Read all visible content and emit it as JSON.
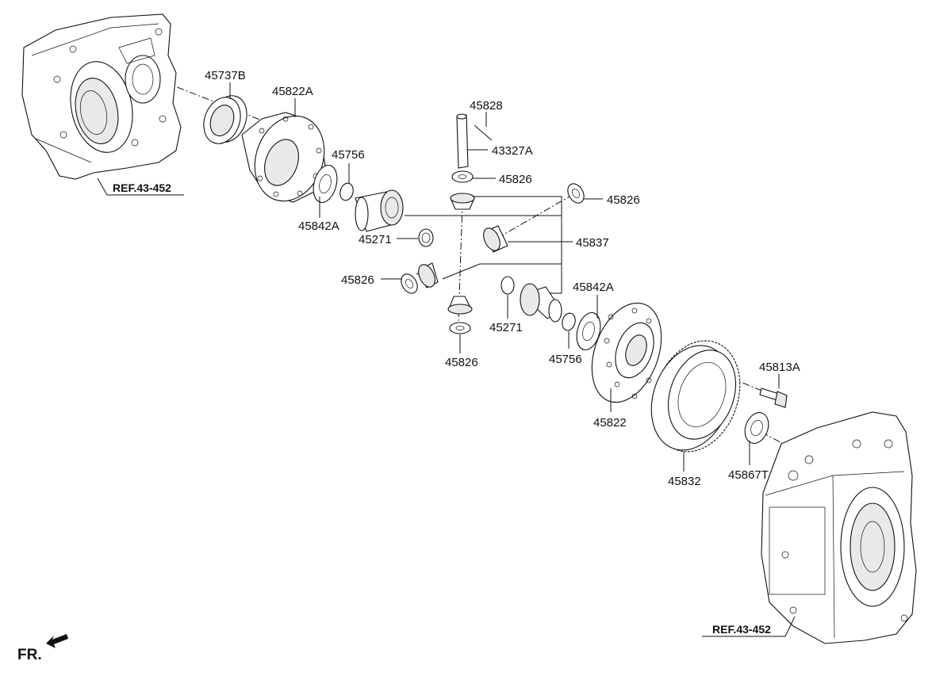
{
  "diagram": {
    "parts": [
      {
        "id": "p45737B",
        "number": "45737B"
      },
      {
        "id": "p45822A",
        "number": "45822A"
      },
      {
        "id": "p45828",
        "number": "45828"
      },
      {
        "id": "p43327A",
        "number": "43327A"
      },
      {
        "id": "p45826_top",
        "number": "45826"
      },
      {
        "id": "p45756_top",
        "number": "45756"
      },
      {
        "id": "p45826_right",
        "number": "45826"
      },
      {
        "id": "p45842A_left",
        "number": "45842A"
      },
      {
        "id": "p45271_left",
        "number": "45271"
      },
      {
        "id": "p45837",
        "number": "45837"
      },
      {
        "id": "p45826_left",
        "number": "45826"
      },
      {
        "id": "p45842A_right",
        "number": "45842A"
      },
      {
        "id": "p45271_right",
        "number": "45271"
      },
      {
        "id": "p45826_bottom",
        "number": "45826"
      },
      {
        "id": "p45756_bottom",
        "number": "45756"
      },
      {
        "id": "p45813A",
        "number": "45813A"
      },
      {
        "id": "p45822",
        "number": "45822"
      },
      {
        "id": "p45832",
        "number": "45832"
      },
      {
        "id": "p45867T",
        "number": "45867T"
      }
    ],
    "references": [
      {
        "id": "ref_top",
        "text": "REF.43-452"
      },
      {
        "id": "ref_bottom",
        "text": "REF.43-452"
      }
    ],
    "front_marker": "FR."
  }
}
